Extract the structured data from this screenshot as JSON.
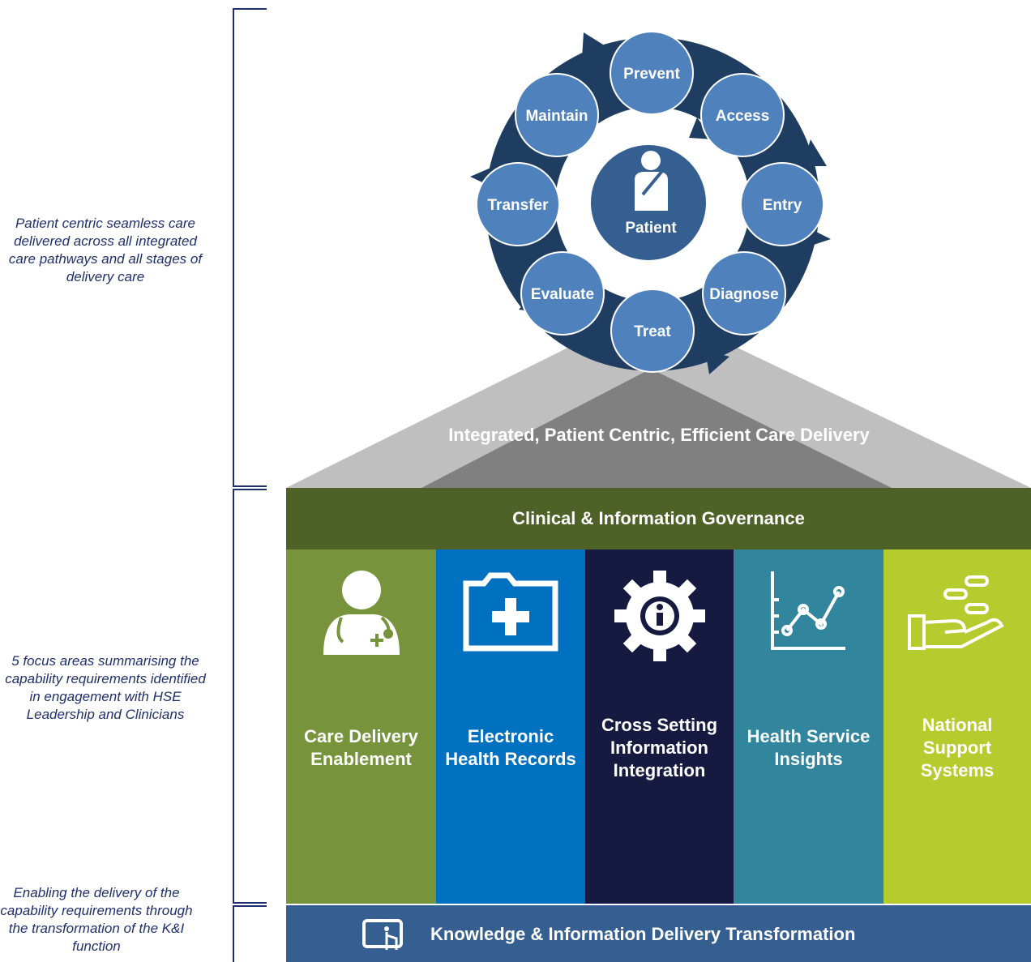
{
  "side_notes": {
    "top": "Patient centric seamless care delivered across all integrated care pathways and all stages of delivery care",
    "middle": "5 focus areas summarising the capability requirements identified in engagement with HSE Leadership and Clinicians",
    "bottom": "Enabling the delivery of the capability requirements through the transformation of the K&I function"
  },
  "cycle": {
    "center": "Patient",
    "stages": [
      "Prevent",
      "Access",
      "Entry",
      "Diagnose",
      "Treat",
      "Evaluate",
      "Transfer",
      "Maintain"
    ]
  },
  "roof_label": "Integrated, Patient Centric, Efficient Care Delivery",
  "governance": "Clinical & Information Governance",
  "pillars": [
    {
      "label": "Care Delivery Enablement",
      "color": "#77933c",
      "icon": "doctor-icon"
    },
    {
      "label": "Electronic Health Records",
      "color": "#0070c0",
      "icon": "medical-folder-icon"
    },
    {
      "label": "Cross Setting Information Integration",
      "color": "#161a40",
      "icon": "info-gear-icon"
    },
    {
      "label": "Health Service Insights",
      "color": "#31859c",
      "icon": "line-chart-icon"
    },
    {
      "label": "National Support Systems",
      "color": "#b4cc2e",
      "icon": "hand-coins-icon"
    }
  ],
  "footer": "Knowledge & Information  Delivery Transformation",
  "colors": {
    "cycle_ring": "#1f3d60",
    "cycle_node": "#4f81bd",
    "governance": "#4e6228",
    "footer": "#355f91",
    "roof_light": "#bfbfbf",
    "roof_dark": "#808080"
  }
}
